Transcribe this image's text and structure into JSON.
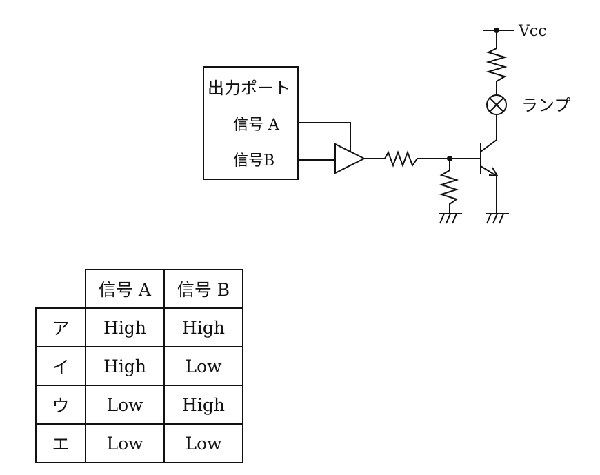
{
  "circuit": {
    "port_title": "出力ポート",
    "signal_a": "信号 A",
    "signal_b": "信号B",
    "vcc": "Vcc",
    "lamp": "ランプ"
  },
  "table": {
    "headers": [
      "信号 A",
      "信号 B"
    ],
    "rows": [
      {
        "label": "ア",
        "a": "High",
        "b": "High"
      },
      {
        "label": "イ",
        "a": "High",
        "b": "Low"
      },
      {
        "label": "ウ",
        "a": "Low",
        "b": "High"
      },
      {
        "label": "エ",
        "a": "Low",
        "b": "Low"
      }
    ]
  }
}
